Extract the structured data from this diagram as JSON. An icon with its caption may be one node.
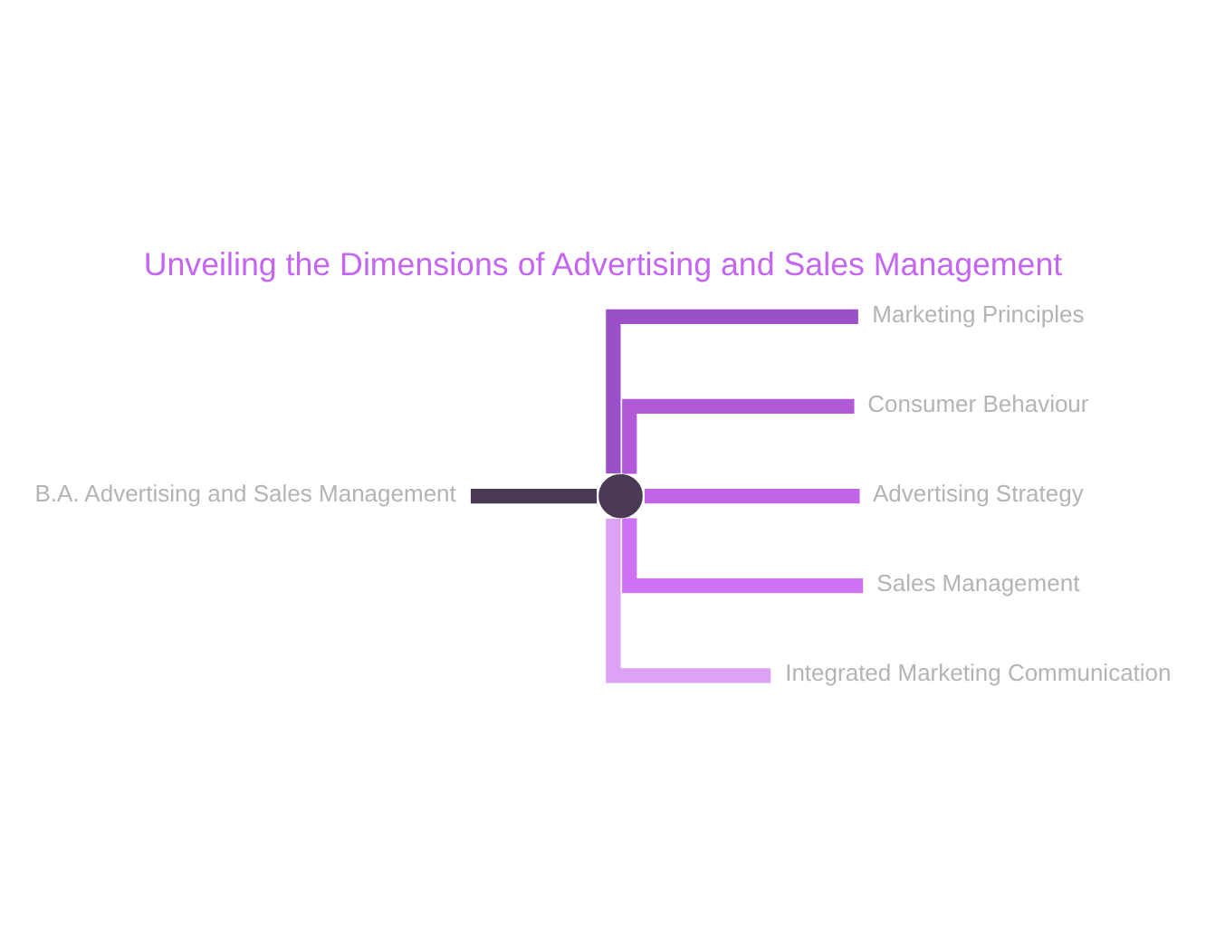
{
  "diagram": {
    "title": "Unveiling the Dimensions of Advertising and Sales Management",
    "nodes": [
      {
        "text": [
          "B.A. Advertising and Sales Management"
        ]
      },
      {
        "text": [],
        "shape": "circle"
      },
      {
        "text": [
          "Marketing Principles"
        ]
      },
      {
        "text": [
          "Consumer Behaviour"
        ]
      },
      {
        "text": [
          "Advertising Strategy"
        ]
      },
      {
        "text": [
          "Sales Management"
        ]
      },
      {
        "text": [
          "Integrated Marketing Communication"
        ]
      }
    ],
    "edges": [
      {
        "from": 0,
        "to": 1,
        "arrow": "none",
        "color": "#4b3a55"
      },
      {
        "from": 1,
        "to": 2,
        "arrow": "none",
        "color": "#9b4fc8"
      },
      {
        "from": 1,
        "to": 3,
        "arrow": "none",
        "color": "#b05ad8"
      },
      {
        "from": 1,
        "to": 4,
        "arrow": "none",
        "color": "#c064e8"
      },
      {
        "from": 1,
        "to": 5,
        "arrow": "none",
        "color": "#cc72f2"
      },
      {
        "from": 1,
        "to": 6,
        "arrow": "none",
        "color": "#dda2f6"
      }
    ]
  }
}
